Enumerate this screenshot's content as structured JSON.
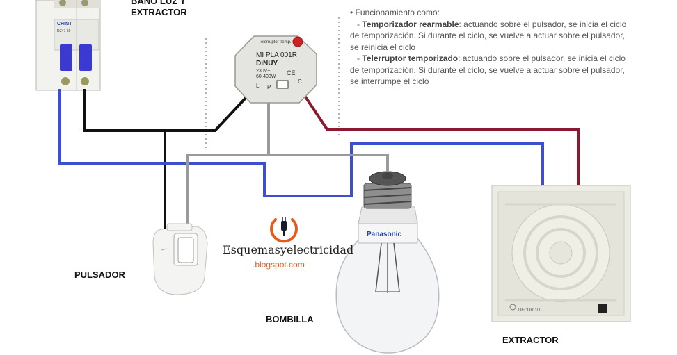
{
  "labels": {
    "title_line1": "BAÑO LUZ Y",
    "title_line2": "EXTRACTOR",
    "pulsador": "PULSADOR",
    "bombilla": "BOMBILLA",
    "extractor": "EXTRACTOR"
  },
  "description": {
    "intro": "• Funcionamiento como:",
    "item1_title": "Temporizador rearmable",
    "item1_text": ": actuando sobre el pulsador, se inicia el ciclo de temporización. Si durante el ciclo, se vuelve a actuar sobre el pulsador, se reinicia el ciclo",
    "item2_title": "Telerruptor temporizado",
    "item2_text": ": actuando sobre el pulsador, se inicia el ciclo de temporización. Si durante el ciclo, se vuelve a actuar sobre el pulsador, se interrumpe el ciclo"
  },
  "branding": {
    "blog_name": "Esquemasyelectricidad",
    "blog_url": ".blogspot.com",
    "logo_icon": "power-plug-icon"
  },
  "devices": {
    "breaker_brand": "CHINT",
    "breaker_model": "DZ47-60",
    "relay_label_top": "Telerruptor Temp.",
    "relay_model": "MI PLA 001R",
    "relay_brand": "DiNUY",
    "relay_voltage": "230V~",
    "relay_power": "60-400W",
    "relay_terminals": [
      "L",
      "P",
      "C"
    ],
    "bulb_brand": "Panasonic",
    "fan_model": "DECOR 100"
  },
  "colors": {
    "phase_black": "#111111",
    "neutral_blue": "#3b4fd0",
    "control_gray": "#9a9a9a",
    "output_red": "#8b1a2e",
    "logo_orange": "#e85a1a"
  }
}
